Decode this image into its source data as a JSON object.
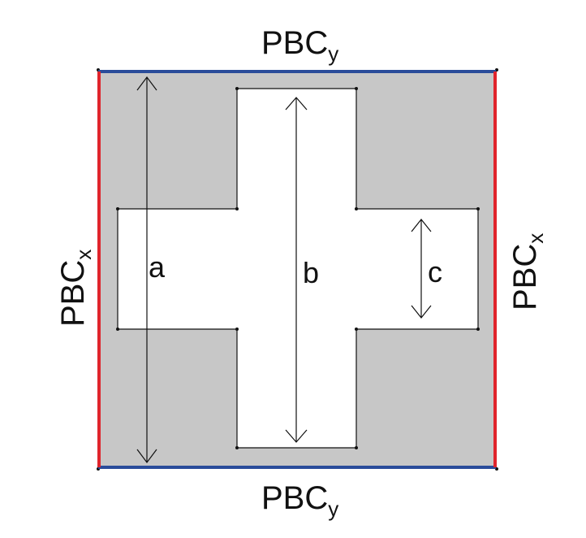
{
  "labels": {
    "top": {
      "main": "PBC",
      "sub": "y"
    },
    "bottom": {
      "main": "PBC",
      "sub": "y"
    },
    "left": {
      "main": "PBC",
      "sub": "x"
    },
    "right": {
      "main": "PBC",
      "sub": "x"
    }
  },
  "dimensions": {
    "a": "a",
    "b": "b",
    "c": "c"
  },
  "colors": {
    "fill": "#c7c7c7",
    "void": "#ffffff",
    "pbc_x": "#e0242c",
    "pbc_y": "#2a4c9a",
    "line": "#111111"
  }
}
